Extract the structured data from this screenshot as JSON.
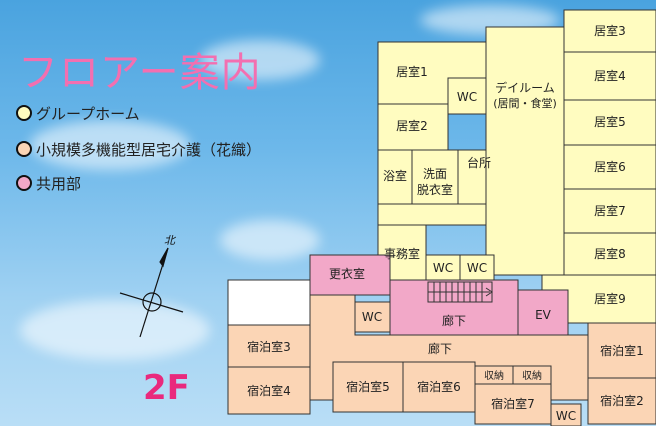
{
  "title": "フロアー案内",
  "legend": [
    {
      "label": "グループホーム",
      "color": "#fffcc0"
    },
    {
      "label": "小規模多機能型居宅介護（花織）",
      "color": "#fbd5b5"
    },
    {
      "label": "共用部",
      "color": "#f2a8c8"
    }
  ],
  "floor_label": "2F",
  "compass": {
    "north_label": "北"
  },
  "rooms": {
    "kyoshitsu1": "居室1",
    "kyoshitsu2": "居室2",
    "kyoshitsu3": "居室3",
    "kyoshitsu4": "居室4",
    "kyoshitsu5": "居室5",
    "kyoshitsu6": "居室6",
    "kyoshitsu7": "居室7",
    "kyoshitsu8": "居室8",
    "kyoshitsu9": "居室9",
    "wc_upper": "WC",
    "dayroom_line1": "デイルーム",
    "dayroom_line2": "(居間・食堂)",
    "yokushitsu": "浴室",
    "senmen_line1": "洗面",
    "senmen_line2": "脱衣室",
    "daidokoro": "台所",
    "jimushitsu": "事務室",
    "wc_mid1": "WC",
    "wc_mid2": "WC",
    "koishitsu": "更衣室",
    "wc_left": "WC",
    "roka_center": "廊下",
    "ev": "EV",
    "roka_lower": "廊下",
    "shukuhaku1": "宿泊室1",
    "shukuhaku2": "宿泊室2",
    "shukuhaku3": "宿泊室3",
    "shukuhaku4": "宿泊室4",
    "shukuhaku5": "宿泊室5",
    "shukuhaku6": "宿泊室6",
    "shukuhaku7": "宿泊室7",
    "shuno1": "収納",
    "shuno2": "収納",
    "wc_bottom": "WC"
  },
  "colors": {
    "group_home": "#fffcc0",
    "small_multi": "#fbd5b5",
    "common": "#f2a8c8",
    "wall": "#333333"
  }
}
